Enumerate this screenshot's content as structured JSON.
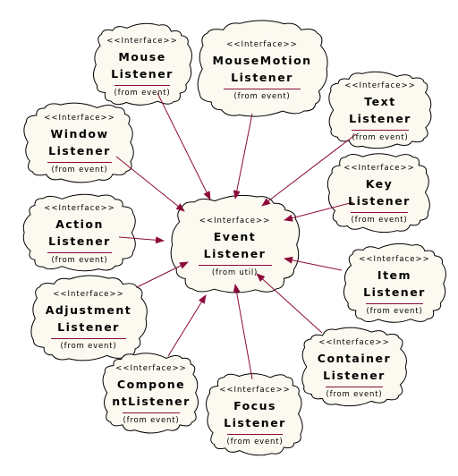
{
  "center": {
    "stereotype": "<<Interface>>",
    "name_lines": [
      "Event",
      "Listener"
    ],
    "package": "(from util)"
  },
  "interfaces": [
    {
      "id": "mouse-listener",
      "stereotype": "<<Interface>>",
      "name_lines": [
        "Mouse",
        "Listener"
      ],
      "package": "(from event)"
    },
    {
      "id": "mouse-motion-listener",
      "stereotype": "<<Interface>>",
      "name_lines": [
        "MouseMotion",
        "Listener"
      ],
      "package": "(from event)"
    },
    {
      "id": "text-listener",
      "stereotype": "<<Interface>>",
      "name_lines": [
        "Text",
        "Listener"
      ],
      "package": "(from event)"
    },
    {
      "id": "window-listener",
      "stereotype": "<<Interface>>",
      "name_lines": [
        "Window",
        "Listener"
      ],
      "package": "(from event)"
    },
    {
      "id": "key-listener",
      "stereotype": "<<Interface>>",
      "name_lines": [
        "Key",
        "Listener"
      ],
      "package": "(from event)"
    },
    {
      "id": "action-listener",
      "stereotype": "<<Interface>>",
      "name_lines": [
        "Action",
        "Listener"
      ],
      "package": "(from event)"
    },
    {
      "id": "item-listener",
      "stereotype": "<<Interface>>",
      "name_lines": [
        "Item",
        "Listener"
      ],
      "package": "(from event)"
    },
    {
      "id": "adjustment-listener",
      "stereotype": "<<Interface>>",
      "name_lines": [
        "Adjustment",
        "Listener"
      ],
      "package": "(from event)"
    },
    {
      "id": "container-listener",
      "stereotype": "<<Interface>>",
      "name_lines": [
        "Container",
        "Listener"
      ],
      "package": "(from event)"
    },
    {
      "id": "component-listener",
      "stereotype": "<<Interface>>",
      "name_lines": [
        "Compone",
        "ntListener"
      ],
      "package": "(from event)"
    },
    {
      "id": "focus-listener",
      "stereotype": "<<Interface>>",
      "name_lines": [
        "Focus",
        "Listener"
      ],
      "package": "(from event)"
    }
  ],
  "colors": {
    "node_fill": "#fcfaf0",
    "node_outline": "#000000",
    "arrow": "#8b0a3c",
    "separator": "#8b0a3c"
  }
}
